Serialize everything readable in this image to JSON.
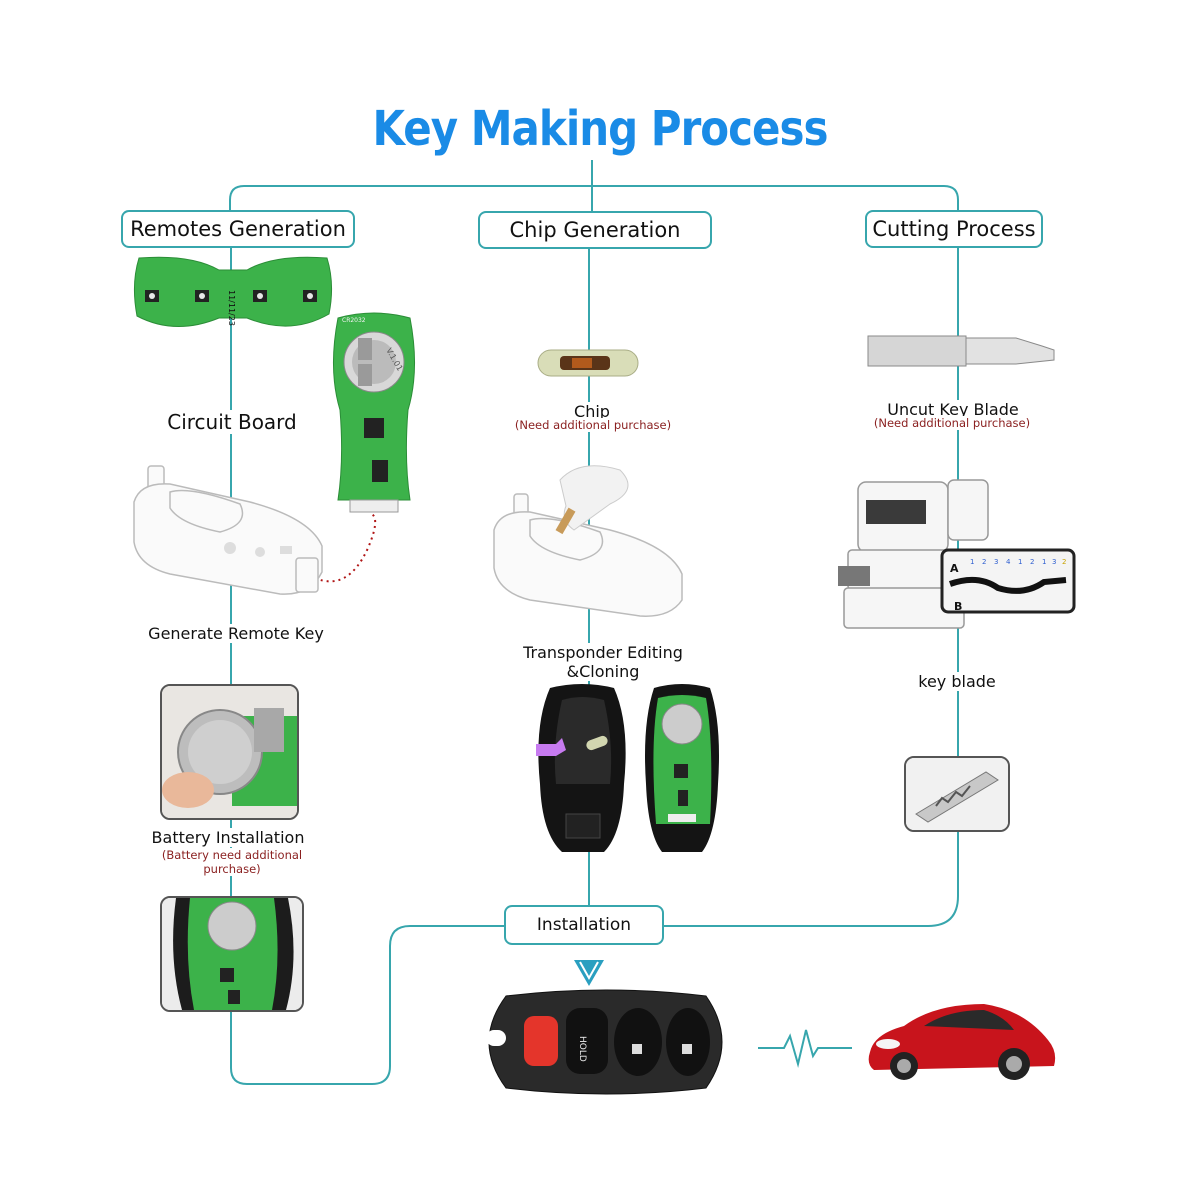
{
  "title": "Key Making Process",
  "columns": {
    "remotes": {
      "header": "Remotes Generation",
      "step1": "Circuit Board",
      "step2": "Generate Remote Key",
      "step3": "Battery Installation",
      "step3_note": "(Battery need additional purchase)"
    },
    "chip": {
      "header": "Chip Generation",
      "step1": "Chip",
      "step1_note": "(Need additional purchase)",
      "step2": "Transponder Editing &Cloning"
    },
    "cutting": {
      "header": "Cutting Process",
      "step1": "Uncut Key  Blade",
      "step1_note": "(Need additional purchase)",
      "step2": "key blade"
    }
  },
  "installation": "Installation",
  "board_marks": [
    "11/11/23",
    "V.1.01",
    "CR2032"
  ],
  "cutter_screen": {
    "marks": [
      "A",
      "B"
    ],
    "numbers": [
      "1",
      "2",
      "3",
      "4",
      "1",
      "2",
      "1",
      "3",
      "2"
    ]
  },
  "remote_button_marks": [
    "HOLD"
  ],
  "colors": {
    "title": "#1a8be6",
    "connector": "#37a6ad",
    "note": "#8a1f1f",
    "pcb": "#3cb24a",
    "car": "#c8141c"
  }
}
